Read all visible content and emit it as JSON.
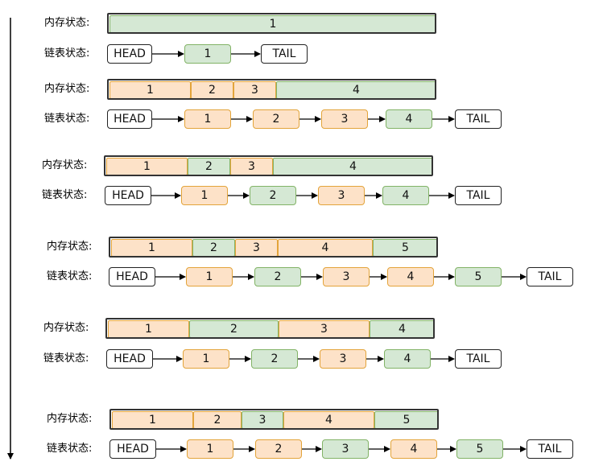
{
  "labels": {
    "memory": "内存状态:",
    "list": "链表状态:"
  },
  "colors": {
    "used_fill": "#fde2c8",
    "used_border": "#e3a43a",
    "free_fill": "#d5e8d4",
    "free_border": "#82b366"
  },
  "steps": [
    {
      "memory": [
        {
          "label": "1",
          "state": "free"
        }
      ],
      "list": [
        {
          "label": "HEAD",
          "kind": "head"
        },
        {
          "label": "1",
          "kind": "free"
        },
        {
          "label": "TAIL",
          "kind": "tail"
        }
      ]
    },
    {
      "memory": [
        {
          "label": "1",
          "state": "used"
        },
        {
          "label": "2",
          "state": "used"
        },
        {
          "label": "3",
          "state": "used"
        },
        {
          "label": "4",
          "state": "free"
        }
      ],
      "list": [
        {
          "label": "HEAD",
          "kind": "head"
        },
        {
          "label": "1",
          "kind": "used"
        },
        {
          "label": "2",
          "kind": "used"
        },
        {
          "label": "3",
          "kind": "used"
        },
        {
          "label": "4",
          "kind": "free"
        },
        {
          "label": "TAIL",
          "kind": "tail"
        }
      ]
    },
    {
      "memory": [
        {
          "label": "1",
          "state": "used"
        },
        {
          "label": "2",
          "state": "free"
        },
        {
          "label": "3",
          "state": "used"
        },
        {
          "label": "4",
          "state": "free"
        }
      ],
      "list": [
        {
          "label": "HEAD",
          "kind": "head"
        },
        {
          "label": "1",
          "kind": "used"
        },
        {
          "label": "2",
          "kind": "free"
        },
        {
          "label": "3",
          "kind": "used"
        },
        {
          "label": "4",
          "kind": "free"
        },
        {
          "label": "TAIL",
          "kind": "tail"
        }
      ]
    },
    {
      "memory": [
        {
          "label": "1",
          "state": "used"
        },
        {
          "label": "2",
          "state": "free"
        },
        {
          "label": "3",
          "state": "used"
        },
        {
          "label": "4",
          "state": "used"
        },
        {
          "label": "5",
          "state": "free"
        }
      ],
      "list": [
        {
          "label": "HEAD",
          "kind": "head"
        },
        {
          "label": "1",
          "kind": "used"
        },
        {
          "label": "2",
          "kind": "free"
        },
        {
          "label": "3",
          "kind": "used"
        },
        {
          "label": "4",
          "kind": "used"
        },
        {
          "label": "5",
          "kind": "free"
        },
        {
          "label": "TAIL",
          "kind": "tail"
        }
      ]
    },
    {
      "memory": [
        {
          "label": "1",
          "state": "used"
        },
        {
          "label": "2",
          "state": "free"
        },
        {
          "label": "3",
          "state": "used"
        },
        {
          "label": "4",
          "state": "free"
        }
      ],
      "list": [
        {
          "label": "HEAD",
          "kind": "head"
        },
        {
          "label": "1",
          "kind": "used"
        },
        {
          "label": "2",
          "kind": "free"
        },
        {
          "label": "3",
          "kind": "used"
        },
        {
          "label": "4",
          "kind": "free"
        },
        {
          "label": "TAIL",
          "kind": "tail"
        }
      ]
    },
    {
      "memory": [
        {
          "label": "1",
          "state": "used"
        },
        {
          "label": "2",
          "state": "used"
        },
        {
          "label": "3",
          "state": "free"
        },
        {
          "label": "4",
          "state": "used"
        },
        {
          "label": "5",
          "state": "free"
        }
      ],
      "list": [
        {
          "label": "HEAD",
          "kind": "head"
        },
        {
          "label": "1",
          "kind": "used"
        },
        {
          "label": "2",
          "kind": "used"
        },
        {
          "label": "3",
          "kind": "free"
        },
        {
          "label": "4",
          "kind": "used"
        },
        {
          "label": "5",
          "kind": "free"
        },
        {
          "label": "TAIL",
          "kind": "tail"
        }
      ]
    }
  ]
}
